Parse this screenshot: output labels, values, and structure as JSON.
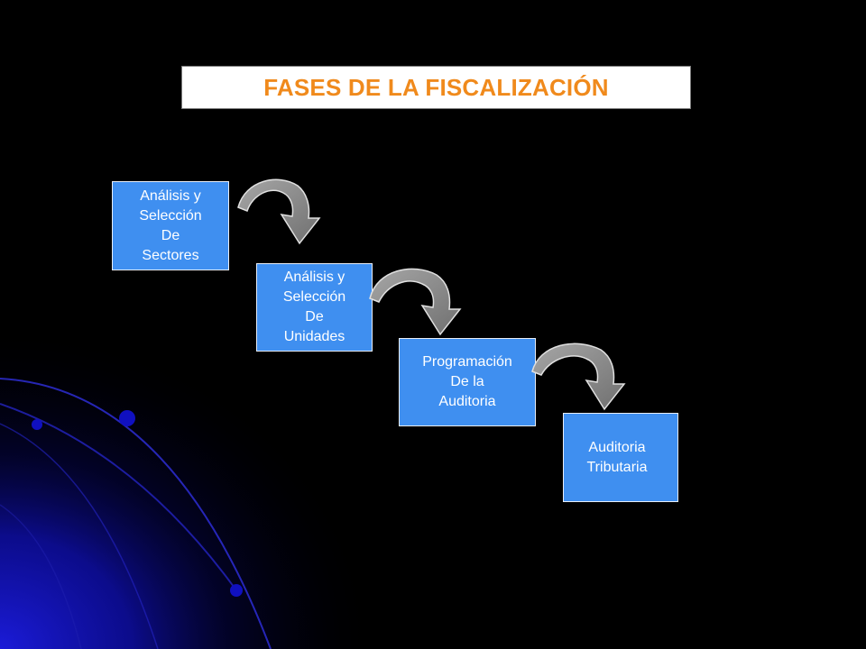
{
  "title": "FASES DE LA FISCALIZACIÓN",
  "colors": {
    "background": "#000000",
    "title_text": "#f08a1c",
    "title_box": "#ffffff",
    "box_fill": "#3f8ff0",
    "arrow_fill": "#8c8c8c",
    "decoration": "#1a1adc"
  },
  "phases": [
    {
      "lines": [
        "Análisis y",
        "Selección",
        "De",
        "Sectores"
      ]
    },
    {
      "lines": [
        "Análisis y",
        "Selección",
        "De",
        "Unidades"
      ]
    },
    {
      "lines": [
        "Programación",
        "De la",
        "Auditoria"
      ]
    },
    {
      "lines": [
        "Auditoria",
        "Tributaria"
      ]
    }
  ],
  "connectors": [
    {
      "from": 0,
      "to": 1,
      "icon": "curved-arrow-icon"
    },
    {
      "from": 1,
      "to": 2,
      "icon": "curved-arrow-icon"
    },
    {
      "from": 2,
      "to": 3,
      "icon": "curved-arrow-icon"
    }
  ]
}
